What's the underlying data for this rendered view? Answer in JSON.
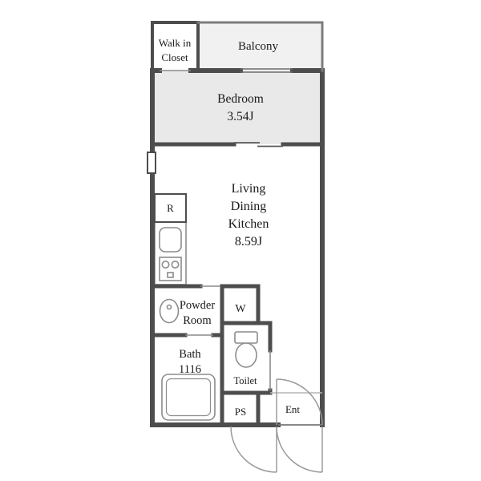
{
  "colors": {
    "wall": "#4d4d4d",
    "balcony_wall": "#7d7d7d",
    "bedroom_fill": "#e9e9e9",
    "balcony_fill": "#f1f1f1",
    "room_fill": "#ffffff",
    "fixture_stroke": "#8c8c8c",
    "door_arc": "#9a9a9a",
    "text": "#1a1a1a"
  },
  "rooms": {
    "walk_in_closet": {
      "line1": "Walk in",
      "line2": "Closet"
    },
    "balcony": {
      "label": "Balcony"
    },
    "bedroom": {
      "label": "Bedroom",
      "size": "3.54J"
    },
    "living_dining_kitchen": {
      "line1": "Living",
      "line2": "Dining",
      "line3": "Kitchen",
      "size": "8.59J"
    },
    "refrigerator": {
      "label": "R"
    },
    "powder_room": {
      "line1": "Powder",
      "line2": "Room"
    },
    "washer": {
      "label": "W"
    },
    "bath": {
      "label": "Bath",
      "size": "1116"
    },
    "toilet": {
      "label": "Toilet"
    },
    "pipe_space": {
      "label": "PS"
    },
    "entrance": {
      "label": "Ent"
    }
  }
}
